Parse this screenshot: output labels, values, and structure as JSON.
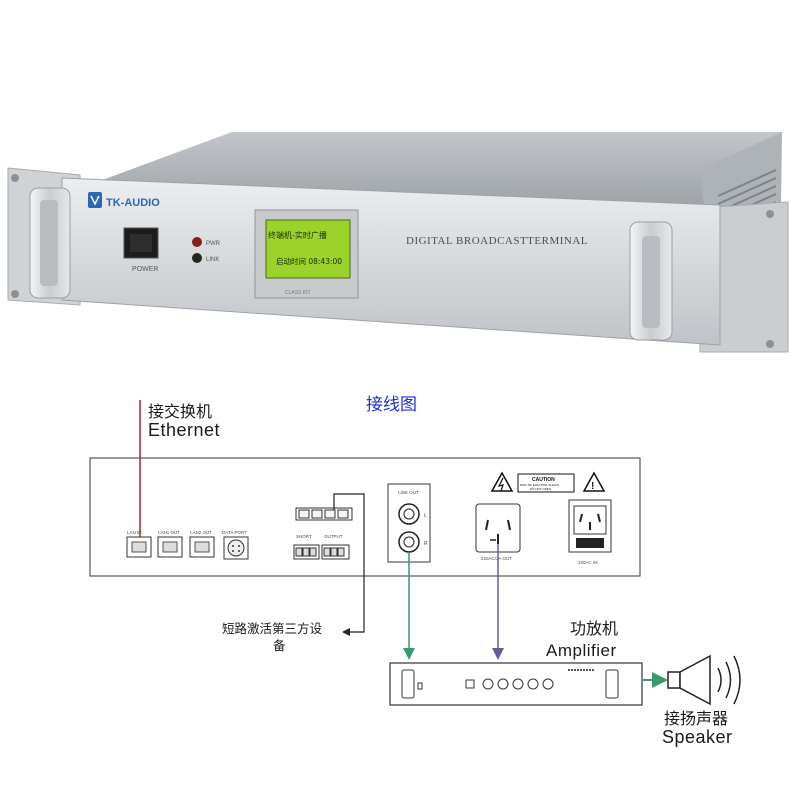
{
  "device": {
    "brand": "TK-AUDIO",
    "model_text": "DIGITAL BROADCASTTERMINAL",
    "power_label": "POWER",
    "led_labels": [
      "PWR",
      "LINK"
    ],
    "lcd_line1": "终端机-实时广播",
    "lcd_line2": "启动时间 08:43:00",
    "lcd_caption": "CLASS  KIT"
  },
  "diagram": {
    "title": "接线图",
    "ethernet": {
      "cn": "接交换机",
      "en": "Ethernet"
    },
    "short_circuit": {
      "line1": "短路激活第三方设",
      "line2": "备"
    },
    "amplifier": {
      "cn": "功放机",
      "en": "Amplifier"
    },
    "speaker": {
      "cn": "接扬声器",
      "en": "Speaker"
    },
    "caution": {
      "title": "CAUTION",
      "sub1": "RISK OF ELECTRIC SHOCK",
      "sub2": "DO NOT OPEN"
    },
    "panel_labels": {
      "lan_in": "LAN IN",
      "lan_out1": "LAN1 OUT",
      "lan_out2": "LAN2 OUT",
      "data_port": "DATA PORT",
      "short_block": "SHORT",
      "output_block": "OUTPUT",
      "line_out": "LINE OUT",
      "l": "L",
      "r": "R",
      "ac_out": "220AC/3A OUT",
      "ac_in": "220AC IN"
    }
  },
  "colors": {
    "ethernet_line": "#b22222",
    "green_arrow": "#3a9a6a",
    "purple_arrow": "#6a5a9a",
    "lcd_bg": "#9bd32a",
    "title_blue": "#1e2fd6"
  }
}
